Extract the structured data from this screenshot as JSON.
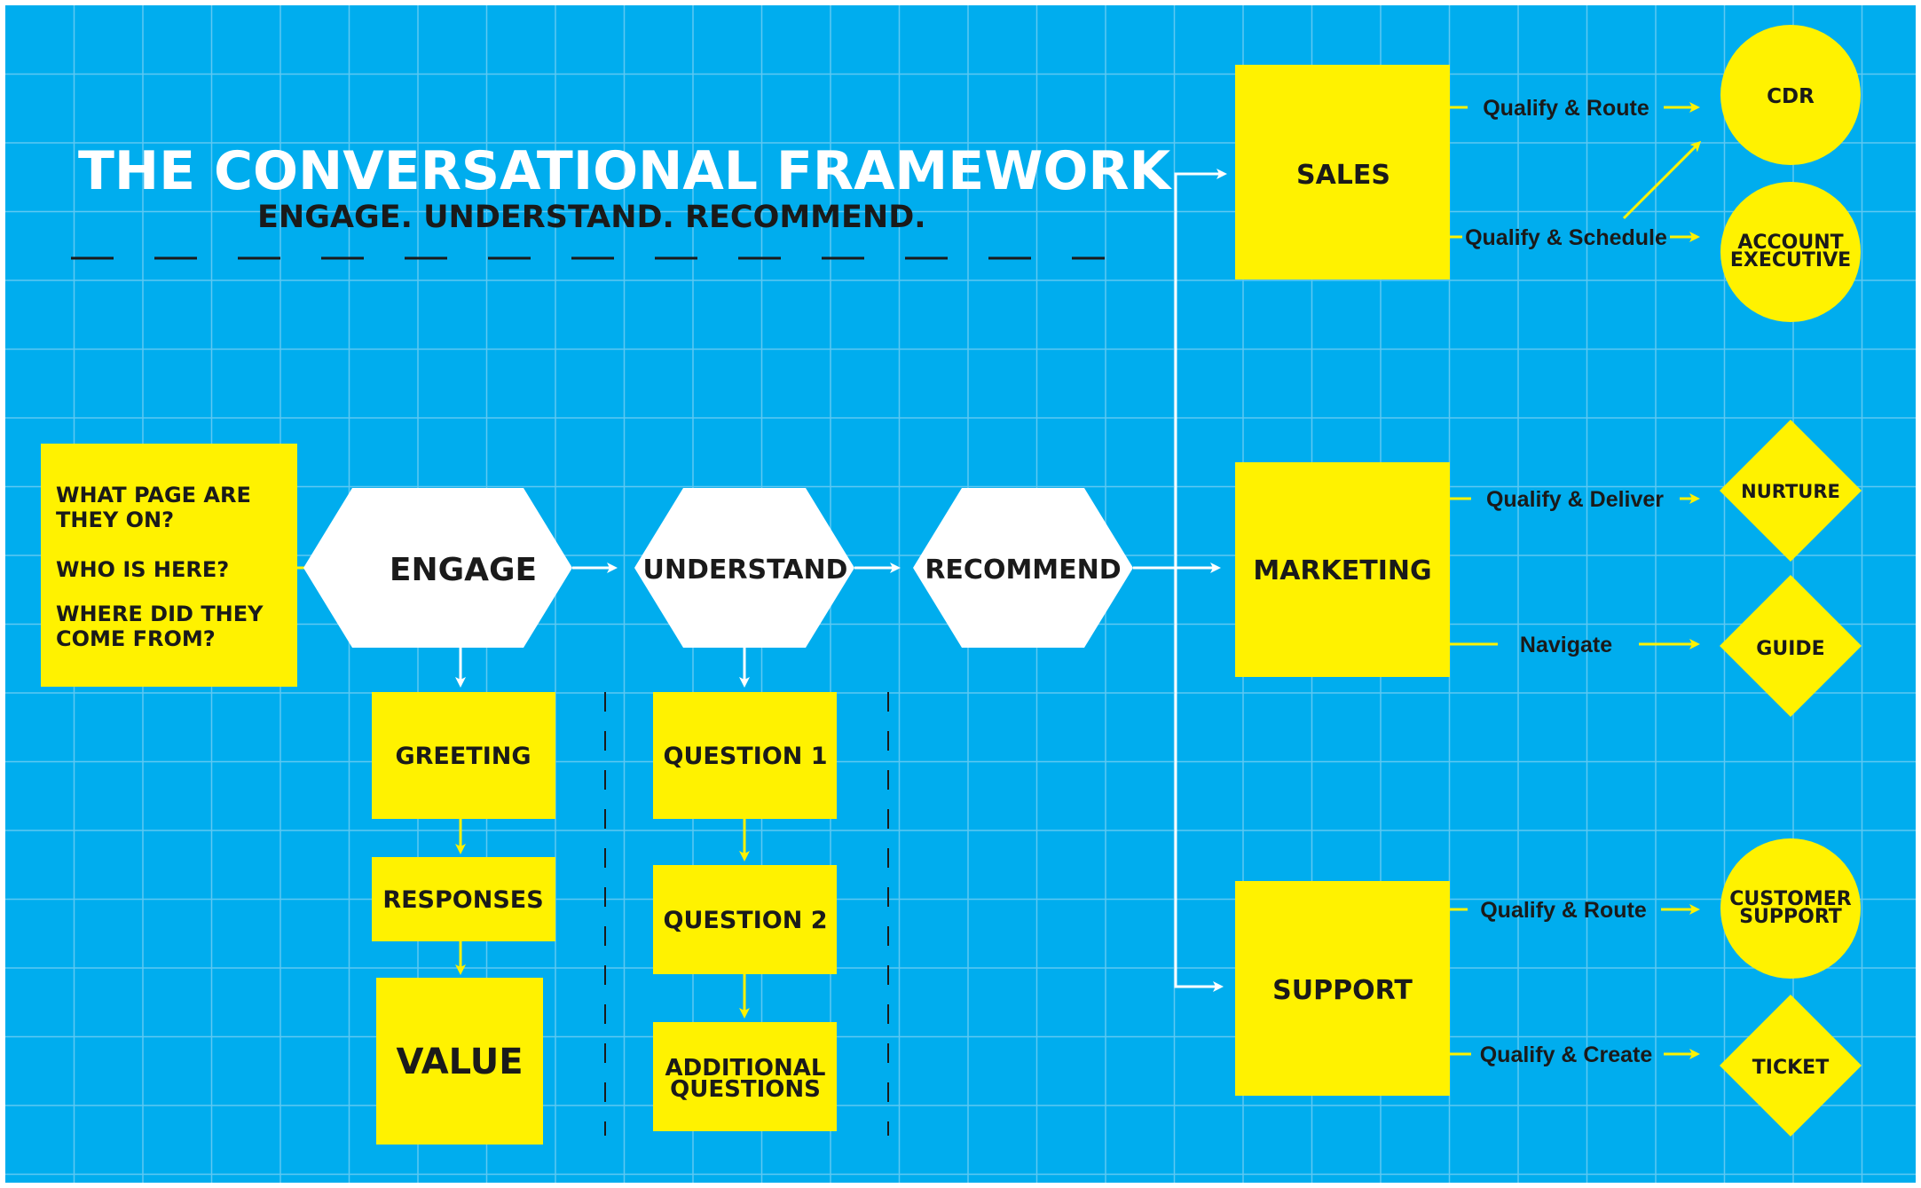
{
  "colors": {
    "background": "#00adee",
    "grid": "#5ec8f2",
    "box": "#fff200",
    "hexagon": "#ffffff",
    "text": "#1a1a1a",
    "title": "#ffffff",
    "arrow_white": "#ffffff",
    "arrow_yellow": "#fff200"
  },
  "header": {
    "title": "THE CONVERSATIONAL FRAMEWORK",
    "subtitle": "ENGAGE. UNDERSTAND. RECOMMEND."
  },
  "context": {
    "q1_line1": "WHAT PAGE ARE",
    "q1_line2": "THEY ON?",
    "q2": "WHO IS HERE?",
    "q3_line1": "WHERE DID THEY",
    "q3_line2": "COME FROM?"
  },
  "stages": {
    "engage": "ENGAGE",
    "understand": "UNDERSTAND",
    "recommend": "RECOMMEND"
  },
  "engage_steps": {
    "greeting": "GREETING",
    "responses": "RESPONSES",
    "value": "VALUE"
  },
  "understand_steps": {
    "question1": "QUESTION 1",
    "question2": "QUESTION 2",
    "additional_line1": "ADDITIONAL",
    "additional_line2": "QUESTIONS"
  },
  "teams": {
    "sales": "SALES",
    "marketing": "MARKETING",
    "support": "SUPPORT"
  },
  "routes": {
    "sales_route": "Qualify & Route",
    "sales_schedule": "Qualify & Schedule",
    "marketing_deliver": "Qualify & Deliver",
    "marketing_navigate": "Navigate",
    "support_route": "Qualify & Route",
    "support_create": "Qualify & Create"
  },
  "outcomes": {
    "cdr": "CDR",
    "account_line1": "ACCOUNT",
    "account_line2": "EXECUTIVE",
    "nurture": "NURTURE",
    "guide": "GUIDE",
    "customer_line1": "CUSTOMER",
    "customer_line2": "SUPPORT",
    "ticket": "TICKET"
  }
}
